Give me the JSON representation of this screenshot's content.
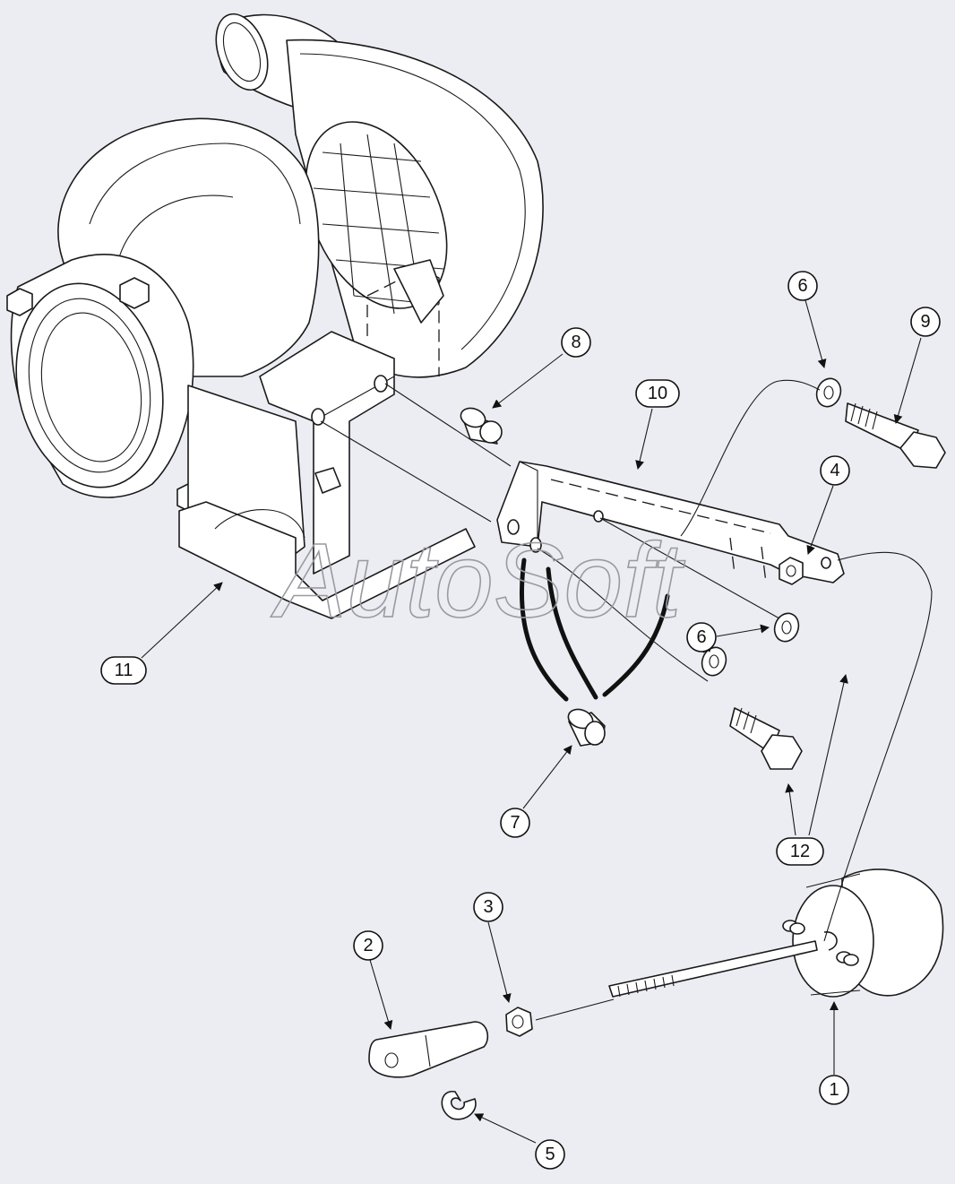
{
  "watermark": "AutoSoft",
  "callouts": [
    {
      "id": "1",
      "label": "1"
    },
    {
      "id": "2",
      "label": "2"
    },
    {
      "id": "3",
      "label": "3"
    },
    {
      "id": "4",
      "label": "4"
    },
    {
      "id": "5",
      "label": "5"
    },
    {
      "id": "6a",
      "label": "6"
    },
    {
      "id": "6b",
      "label": "6"
    },
    {
      "id": "6c",
      "label": "6"
    },
    {
      "id": "7",
      "label": "7"
    },
    {
      "id": "8",
      "label": "8"
    },
    {
      "id": "9",
      "label": "9"
    },
    {
      "id": "10",
      "label": "10"
    },
    {
      "id": "11",
      "label": "11"
    },
    {
      "id": "12",
      "label": "12"
    }
  ]
}
